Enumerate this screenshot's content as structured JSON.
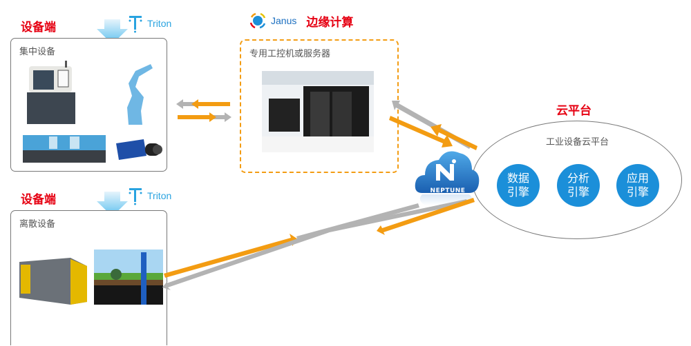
{
  "device_side_top": {
    "title": "设备端",
    "brand": "Triton",
    "box_label": "集中设备",
    "images": [
      "cnc-machine-image",
      "robot-arm-image",
      "injection-molding-machine-image",
      "industrial-camera-image"
    ]
  },
  "device_side_bottom": {
    "title": "设备端",
    "brand": "Triton",
    "box_label": "离散设备",
    "images": [
      "generator-container-image",
      "drilling-rig-image"
    ]
  },
  "edge": {
    "brand": "Janus",
    "title": "边缘计算",
    "box_label": "专用工控机或服务器",
    "image": "server-room-image"
  },
  "cloud": {
    "title": "云平台",
    "platform_label": "工业设备云平台",
    "neptune_label": "NEPTUNE",
    "engines": [
      {
        "line1": "数据",
        "line2": "引擎"
      },
      {
        "line1": "分析",
        "line2": "引擎"
      },
      {
        "line1": "应用",
        "line2": "引擎"
      }
    ]
  },
  "colors": {
    "accent_red": "#e60012",
    "arrow_orange": "#f39c12",
    "arrow_gray": "#b3b3b3",
    "engine_blue": "#1b8fd9",
    "brand_blue": "#29a3e0"
  }
}
